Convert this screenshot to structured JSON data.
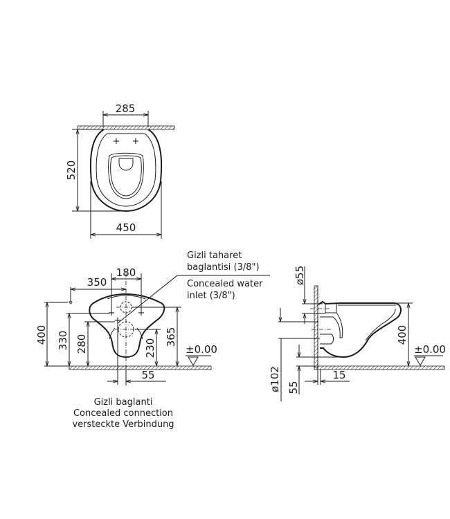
{
  "drawing": {
    "top_view": {
      "dimensions": {
        "fixing_width": "285",
        "depth": "520",
        "width": "450"
      }
    },
    "front_view": {
      "dimensions": {
        "offset_350": "350",
        "spacing_180": "180",
        "height_400": "400",
        "height_330": "330",
        "height_280": "280",
        "height_230": "230",
        "height_365": "365",
        "offset_55": "55",
        "level": "±0.00"
      },
      "callout": {
        "tr_line1": "Gizli taharet",
        "tr_line2": "baglantisi (3/8\")",
        "en_line1": "Concealed water",
        "en_line2": "inlet (3/8\")"
      },
      "caption": {
        "tr": "Gizli baglanti",
        "en": "Concealed connection",
        "de": "versteckte Verbindung"
      }
    },
    "side_view": {
      "dimensions": {
        "dia_55": "ø55",
        "dia_102": "ø102",
        "height_400": "400",
        "height_55": "55",
        "wall_15": "15",
        "level": "±0.00"
      }
    }
  }
}
